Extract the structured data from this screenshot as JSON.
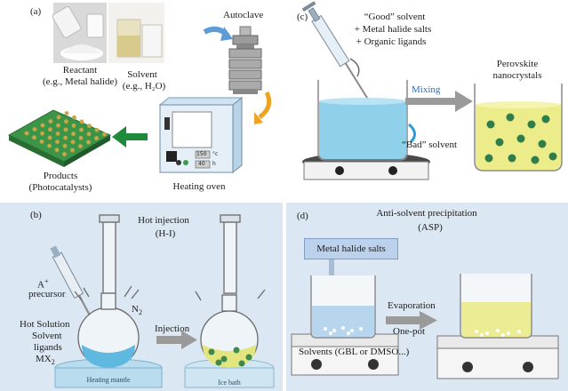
{
  "panel_a": {
    "label": "(a)",
    "reactant": "Reactant",
    "reactant_example": "(e.g., Metal halide)",
    "solvent": "Solvent",
    "solvent_example": "(e.g., H₂O)",
    "autoclave": "Autoclave",
    "products": "Products",
    "products_example": "(Photocatalysts)",
    "oven": "Heating oven",
    "oven_temp_value": "150",
    "oven_temp_unit": "°c",
    "oven_time_value": "40",
    "oven_time_unit": "h"
  },
  "panel_b": {
    "label": "(b)",
    "title": "Hot injection",
    "abbr": "(H-I)",
    "precursor_prefix": "A",
    "precursor_charge": "+",
    "precursor_word": "precursor",
    "gas_prefix": "N",
    "gas_sub": "2",
    "hot_solution": "Hot Solution",
    "solvent": "Solvent",
    "ligands": "ligands",
    "mx_prefix": "MX",
    "mx_sub": "2",
    "injection": "Injection",
    "heating_mantle": "Heating mantle",
    "ice_bath": "Ice bath"
  },
  "panel_c": {
    "label": "(c)",
    "good_solvent": "“Good” solvent",
    "metal_halide": "+ Metal halide salts",
    "organic": "+ Organic ligands",
    "bad_solvent": "“Bad” solvent",
    "mixing": "Mixing",
    "perovskite": "Perovskite",
    "nanocrystals": "nanocrystals"
  },
  "panel_d": {
    "label": "(d)",
    "title": "Anti-solvent precipitation",
    "abbr": "(ASP)",
    "metal_halide_box": "Metal halide salts",
    "evaporation": "Evaporation",
    "one_pot": "One-pot",
    "solvents": "Solvents (GBL or DMSO...)"
  },
  "colors": {
    "panel_blue_bg": "#dbe7f2",
    "liquid_blue": "#8fd0ea",
    "liquid_yellow": "#ecec8a",
    "crystal_green": "#2f7d4a",
    "arrow_green": "#1d8a3c",
    "arrow_orange": "#f0a322",
    "arrow_blue": "#5d9cd6",
    "arrow_gray": "#9a9a9a"
  }
}
